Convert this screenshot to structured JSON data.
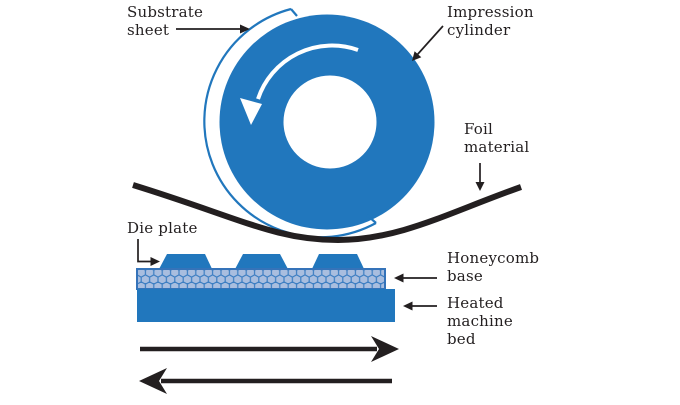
{
  "labels": {
    "substrate_sheet": "Substrate sheet",
    "impression_cylinder": "Impression cylinder",
    "foil_material": "Foil material",
    "die_plate": "Die plate",
    "honeycomb_base": "Honeycomb base",
    "heated_machine_bed": "Heated machine bed"
  },
  "colors": {
    "primary_blue": "#2177BD",
    "honeycomb_background": "#3D7EC2",
    "honeycomb_cell": "#A9BEDF",
    "honeycomb_border": "#3573B9",
    "ink": "#231F20",
    "white": "#FFFFFF"
  }
}
